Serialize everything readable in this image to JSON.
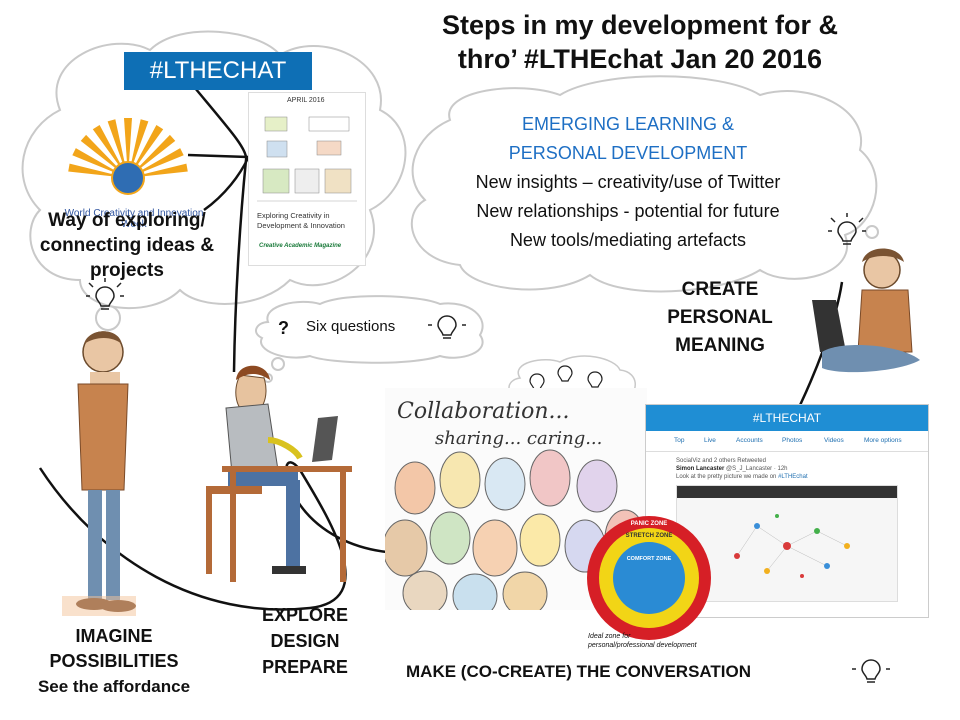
{
  "title": {
    "line1": "Steps in my development for &",
    "line2": "thro’ #LTHEchat Jan 20 2016"
  },
  "hashtag_badge": "#LTHECHAT",
  "wciw_logo": {
    "caption": "World Creativity and Innovation Week"
  },
  "doc_thumbnail": {
    "date": "APRIL 2016",
    "subtitle": "Exploring Creativity in Development & Innovation",
    "magazine": "Creative Academic Magazine"
  },
  "way_text": {
    "line1": "Way of exploring/",
    "line2": "connecting ideas &",
    "line3": "projects"
  },
  "emerging": {
    "heading1": "EMERGING LEARNING &",
    "heading2": "PERSONAL DEVELOPMENT",
    "line1": "New insights – creativity/use of Twitter",
    "line2": "New relationships - potential for future",
    "line3": "New tools/mediating artefacts"
  },
  "six_questions": {
    "mark": "?",
    "label": "Six questions"
  },
  "create": {
    "line1": "CREATE",
    "line2": "PERSONAL",
    "line3": "MEANING"
  },
  "explore": {
    "line1": "EXPLORE",
    "line2": "DESIGN",
    "line3": "PREPARE"
  },
  "imagine": {
    "line1": "IMAGINE",
    "line2": "POSSIBILITIES",
    "line3": "See the affordance"
  },
  "make": "MAKE (CO-CREATE)  THE CONVERSATION",
  "collab_sketch": {
    "line1": "Collaboration...",
    "line2": "sharing... caring..."
  },
  "twitter_screenshot": {
    "header": "#LTHECHAT",
    "tabs": [
      "Top",
      "Live",
      "Accounts",
      "Photos",
      "Videos",
      "More options"
    ],
    "retweet_note": "SocialViz and 2 others Retweeted",
    "author": "Simon Lancaster",
    "handle": "@S_J_Lancaster · 12h",
    "text": "Look at the pretty picture we made on",
    "link": "#LTHEchat"
  },
  "zone_diagram": {
    "outer": "PANIC ZONE",
    "middle": "STRETCH ZONE",
    "inner": "COMFORT ZONE",
    "caption": "Ideal zone for personal/professional development"
  },
  "colors": {
    "badge": "#0e6fb5",
    "emerging_heading": "#1e6fc4",
    "twitter": "#1f8ed4",
    "panic": "#d61f26",
    "stretch": "#f2d516",
    "comfort": "#2a8bd4"
  }
}
